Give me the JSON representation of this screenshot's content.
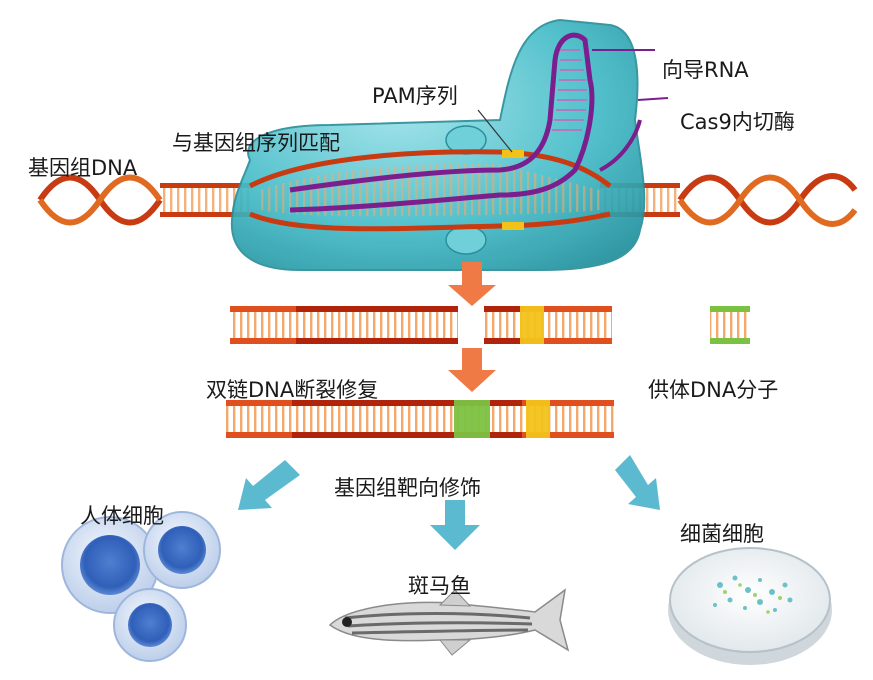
{
  "labels": {
    "genomic_dna": "基因组DNA",
    "match_genome": "与基因组序列匹配",
    "pam": "PAM序列",
    "guide_rna": "向导RNA",
    "cas9": "Cas9内切酶",
    "dsb_repair": "双链DNA断裂修复",
    "donor_dna": "供体DNA分子",
    "genome_editing": "基因组靶向修饰",
    "human_cells": "人体细胞",
    "zebrafish": "斑马鱼",
    "bacteria": "细菌细胞"
  },
  "colors": {
    "dna_backbone": "#c83b12",
    "dna_rungs": "#f0a064",
    "guide_rna": "#7b1f8f",
    "cas9_body": "#3fb7c4",
    "pam_highlight": "#f2c21a",
    "donor_green": "#7cc242",
    "arrow_orange": "#f07a45",
    "arrow_teal": "#5cbad0"
  }
}
